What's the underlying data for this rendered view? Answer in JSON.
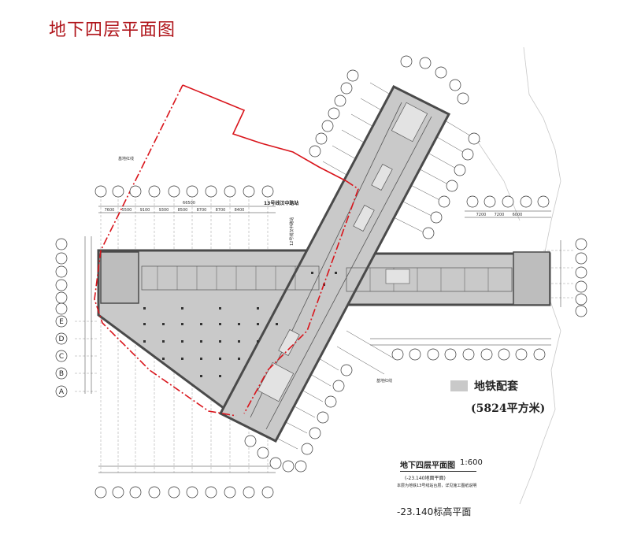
{
  "page": {
    "title": "地下四层平面图",
    "bottom_note": "-23.140标高平面"
  },
  "legend": {
    "label": "地铁配套",
    "area": "(5824平方米)",
    "swatch_color": "#c9c9c9"
  },
  "caption": {
    "title": "地下四层平面图",
    "scale": "1:600",
    "sub": "(-23.140地面平面)",
    "note": "本层为地铁13号线站台层，详见施工图纸说明"
  },
  "labels": {
    "station": "13号线汉中路站",
    "line_label": "12号线汉中路站",
    "boundary_note_top": "基地红线",
    "boundary_note_bottom": "基地红线"
  },
  "axes": {
    "left_letters": [
      "A",
      "B",
      "C",
      "D",
      "E"
    ],
    "top_dims": [
      "7600",
      "5500",
      "9100",
      "9300",
      "8500",
      "8700",
      "8700",
      "8400"
    ],
    "right_dims": [
      "7200",
      "7200",
      "6000"
    ],
    "total_dim": "66500"
  },
  "colors": {
    "boundary": "#d9141b",
    "fill": "#c9c9c9",
    "wall": "#4a4a4a"
  }
}
